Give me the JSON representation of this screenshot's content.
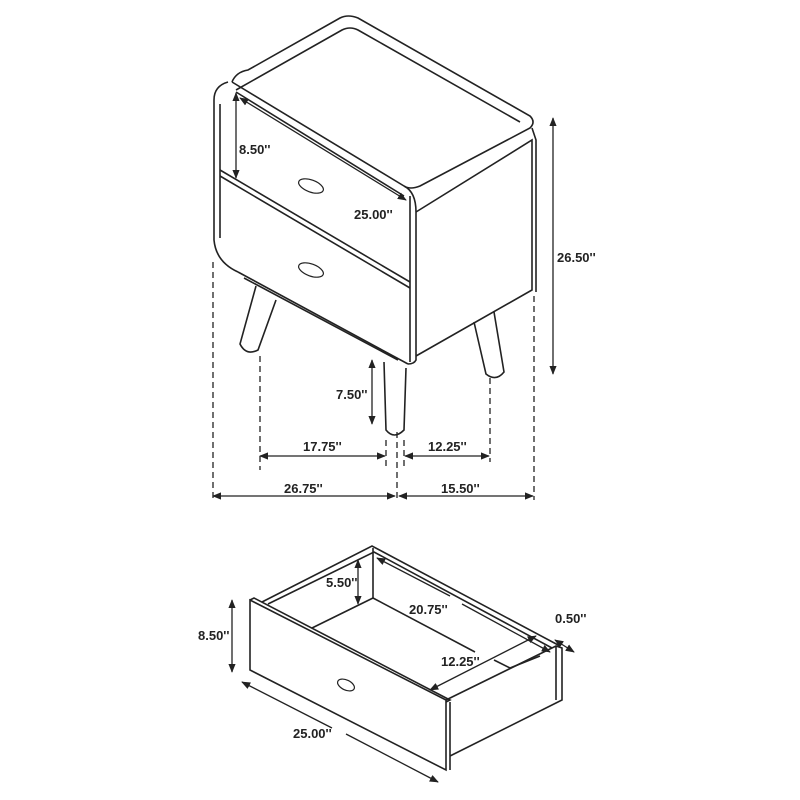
{
  "diagram": {
    "subject": "Nightstand dimension drawing",
    "nightstand": {
      "drawer_height": "8.50''",
      "drawer_width": "25.00''",
      "overall_height": "26.50''",
      "leg_height": "7.50''",
      "leg_span_front": "17.75''",
      "leg_span_side": "12.25''",
      "overall_width": "26.75''",
      "overall_depth": "15.50''"
    },
    "drawer": {
      "inner_depth": "5.50''",
      "inner_length": "20.75''",
      "panel_thickness": "0.50''",
      "inner_width": "12.25''",
      "front_height": "8.50''",
      "front_width": "25.00''"
    }
  }
}
